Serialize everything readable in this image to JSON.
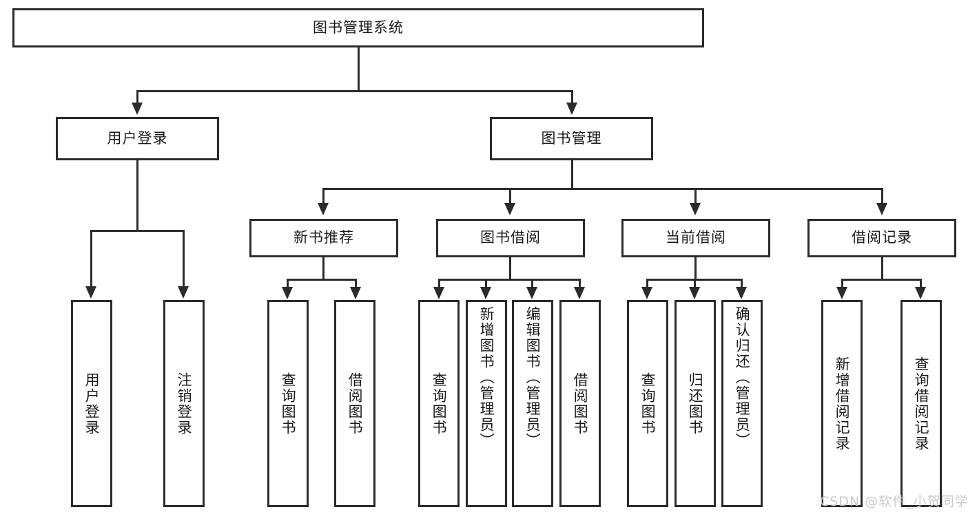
{
  "diagram": {
    "type": "tree-hierarchy",
    "title": "图书管理系统",
    "root": {
      "label": "图书管理系统"
    },
    "level2": [
      {
        "label": "用户登录"
      },
      {
        "label": "图书管理"
      }
    ],
    "level3": [
      {
        "label": "新书推荐"
      },
      {
        "label": "图书借阅"
      },
      {
        "label": "当前借阅"
      },
      {
        "label": "借阅记录"
      }
    ],
    "leaves": {
      "user_login": [
        {
          "label": "用户登录"
        },
        {
          "label": "注销登录"
        }
      ],
      "new_book_recommend": [
        {
          "label": "查询图书"
        },
        {
          "label": "借阅图书"
        }
      ],
      "book_borrow": [
        {
          "label": "查询图书"
        },
        {
          "label": "新增图书（管理员）"
        },
        {
          "label": "编辑图书（管理员）"
        },
        {
          "label": "借阅图书"
        }
      ],
      "current_borrow": [
        {
          "label": "查询图书"
        },
        {
          "label": "归还图书"
        },
        {
          "label": "确认归还（管理员）"
        }
      ],
      "borrow_record": [
        {
          "label": "新增借阅记录"
        },
        {
          "label": "查询借阅记录"
        }
      ]
    }
  },
  "watermark": {
    "text": "CSDN @软件_小贺同学"
  },
  "colors": {
    "stroke": "#2b2b2b",
    "background": "#ffffff",
    "text": "#1a1a1a",
    "watermark": "#c9c9c9"
  }
}
